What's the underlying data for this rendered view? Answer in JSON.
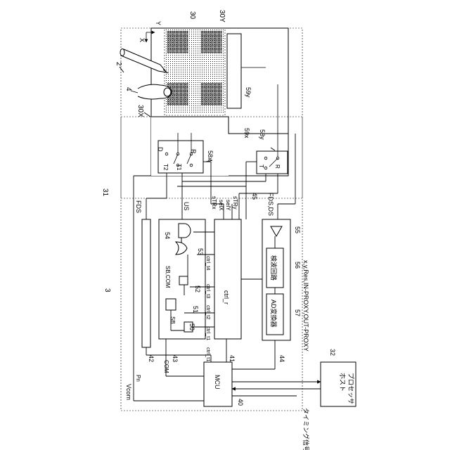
{
  "figure": {
    "reference_numbers": {
      "n2": "2",
      "n3": "3",
      "n4": "4",
      "n30": "30",
      "n30X": "30X",
      "n30Y": "30Y",
      "n31": "31",
      "n32": "32",
      "n40": "40",
      "n41": "41",
      "n42": "42",
      "n43": "43",
      "n44": "44",
      "n45": "45",
      "n50": "50",
      "n51": "51",
      "n52": "52",
      "n53": "53",
      "n54": "54",
      "n55": "55",
      "n56": "56",
      "n57": "57",
      "n58x": "58x",
      "n58y": "58y",
      "n59x": "59x",
      "n59y": "59y"
    },
    "axes": {
      "x": "X",
      "y": "Y"
    },
    "blocks": {
      "mcu": "MCU",
      "host": "ホスト\nプロセッサ",
      "ctrl_r": "ctrl_r",
      "detection_circuit": "検波回路",
      "ad_converter": "AD変換器"
    },
    "switch_terminals": {
      "d": "D",
      "r_left": "R",
      "t2": "T2",
      "t1": "T1",
      "t_right": "T",
      "r_right": "R"
    },
    "signal_labels": {
      "fds": "FDS",
      "us": "US",
      "strx": "sTRx",
      "selx": "selX",
      "sely": "selY",
      "stry": "sTRy",
      "fds_ds": "FDS,DS",
      "sb_com": "SB,COM",
      "sb": "SB",
      "ctrl_t1": "ctrl_t1",
      "ctrl_t2": "ctrl_t2",
      "ctrl_t3": "ctrl_t3",
      "ctrl_t4": "ctrl_t4",
      "com": "COM",
      "pn": "Pn",
      "vcom": "Vcom",
      "mcu_output": "x,y,Res,IN-PROXY,OUT-PROXY",
      "timing_signal": "タイミング信号"
    },
    "colors": {
      "line": "#000000",
      "background": "#ffffff",
      "grid": "#111111"
    }
  }
}
